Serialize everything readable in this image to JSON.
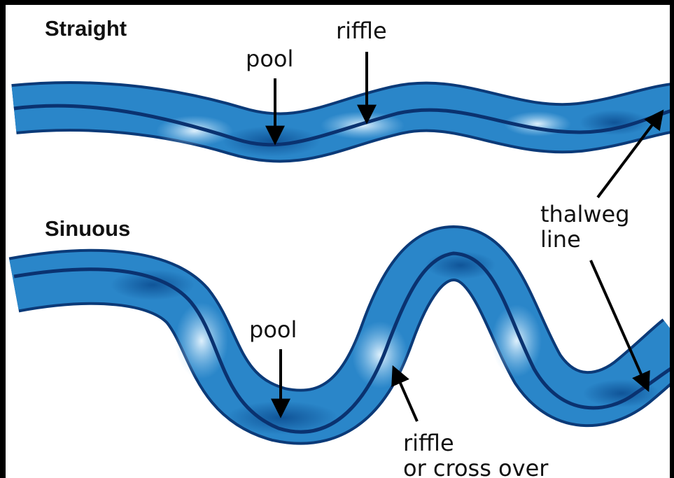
{
  "diagram": {
    "straight": {
      "title": "Straight",
      "labels": {
        "pool": "pool",
        "riffle": "riffle"
      }
    },
    "sinuous": {
      "title": "Sinuous",
      "labels": {
        "pool": "pool",
        "riffle_line1": "riffle",
        "riffle_line2": "or cross over"
      }
    },
    "thalweg": {
      "line1": "thalweg",
      "line2": "line"
    },
    "colors": {
      "water": "#2a86c9",
      "water_dark": "#155fa3",
      "bank_outline": "#0b3a78",
      "thalweg": "#0a3270",
      "riffle_highlight": "#dff1ff"
    }
  }
}
